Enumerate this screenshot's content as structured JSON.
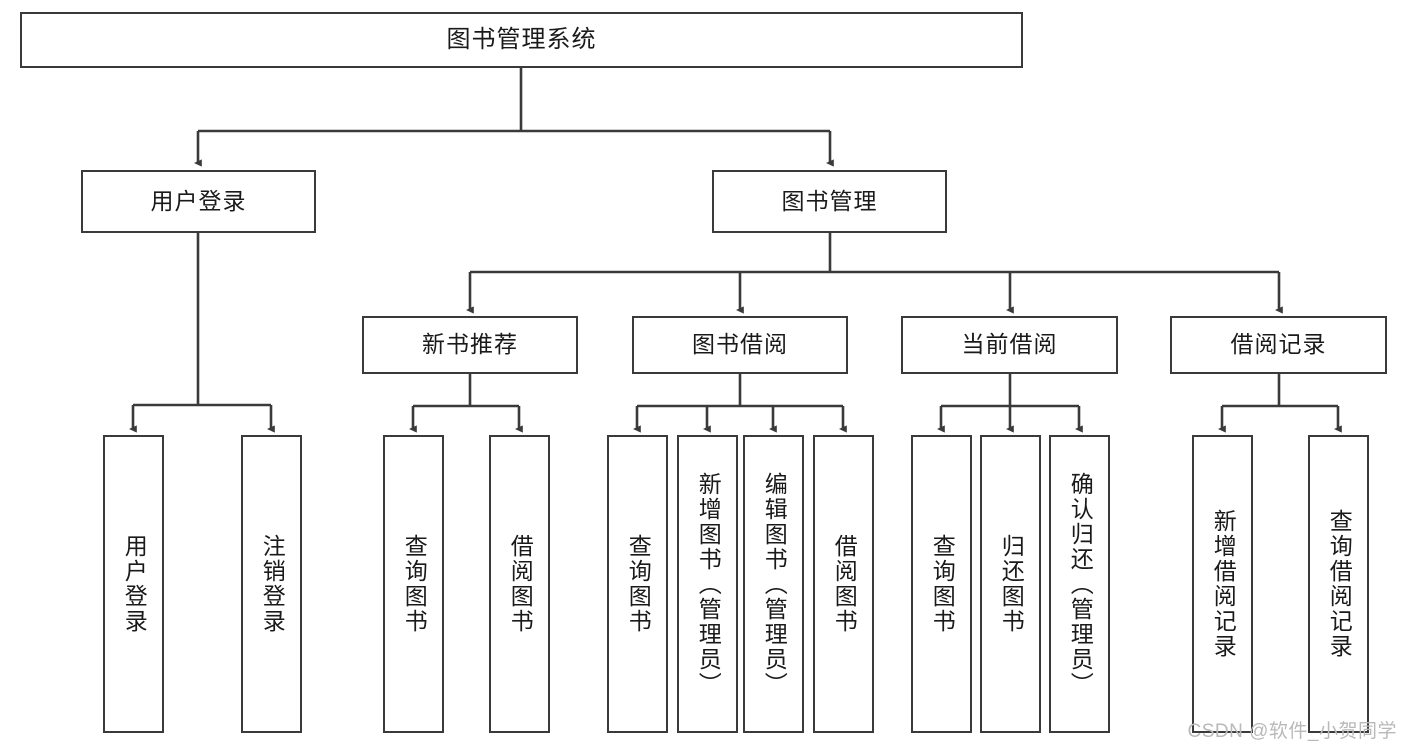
{
  "diagram": {
    "title": "图书管理系统",
    "type": "hierarchy-tree",
    "watermark": "CSDN @软件_小贺同学",
    "colors": {
      "border": "#3a3a3a",
      "background": "#ffffff",
      "text": "#1a1a1a",
      "watermark": "#b9b9b9"
    },
    "nodes": {
      "root": {
        "label": "图书管理系统"
      },
      "level2": [
        {
          "label": "用户登录"
        },
        {
          "label": "图书管理"
        }
      ],
      "level3": [
        {
          "label": "新书推荐"
        },
        {
          "label": "图书借阅"
        },
        {
          "label": "当前借阅"
        },
        {
          "label": "借阅记录"
        }
      ],
      "leaves_user_login": [
        {
          "label": "用户登录"
        },
        {
          "label": "注销登录"
        }
      ],
      "leaves_new_book": [
        {
          "label": "查询图书"
        },
        {
          "label": "借阅图书"
        }
      ],
      "leaves_borrow": [
        {
          "label": "查询图书"
        },
        {
          "label": "新增图书（管理员）"
        },
        {
          "label": "编辑图书（管理员）"
        },
        {
          "label": "借阅图书"
        }
      ],
      "leaves_current": [
        {
          "label": "查询图书"
        },
        {
          "label": "归还图书"
        },
        {
          "label": "确认归还（管理员）"
        }
      ],
      "leaves_record": [
        {
          "label": "新增借阅记录"
        },
        {
          "label": "查询借阅记录"
        }
      ]
    }
  }
}
